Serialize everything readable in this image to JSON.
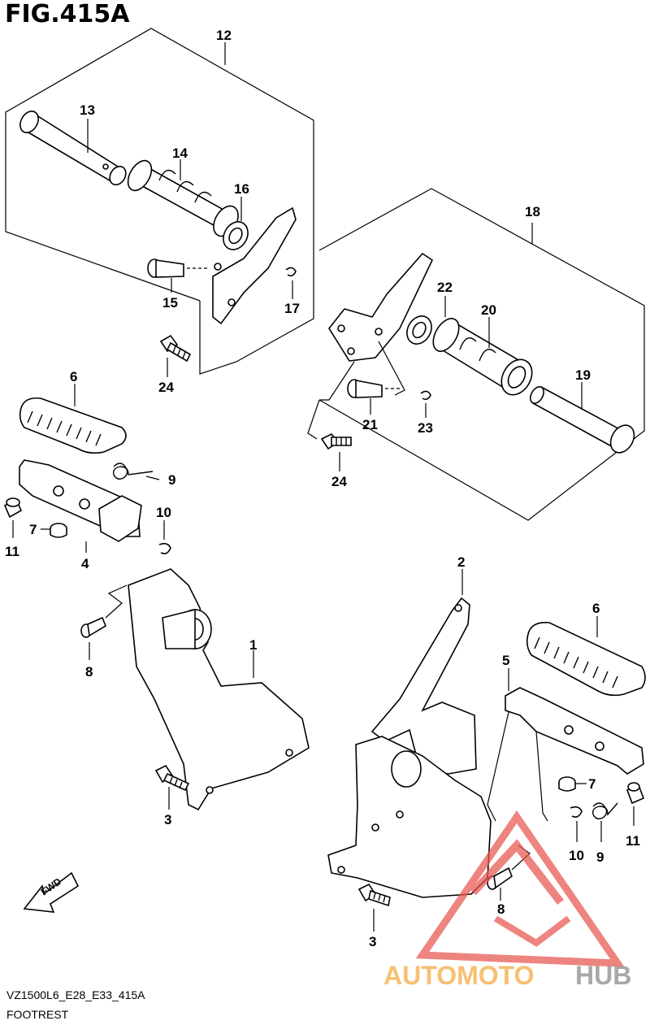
{
  "figure": {
    "title": "FIG.415A",
    "model_code": "VZ1500L6_E28_E33_415A",
    "caption": "FOOTREST"
  },
  "direction_marker": {
    "label": "FWD"
  },
  "watermark": {
    "text_auto": "AUTOMOTO",
    "text_hub": "HUB",
    "color_auto": "#f6b55a",
    "color_hub": "#9a9a9a",
    "logo_color": "#e8564f"
  },
  "callouts": [
    {
      "id": "c12",
      "label": "12"
    },
    {
      "id": "c13",
      "label": "13"
    },
    {
      "id": "c14",
      "label": "14"
    },
    {
      "id": "c16",
      "label": "16"
    },
    {
      "id": "c15",
      "label": "15"
    },
    {
      "id": "c17",
      "label": "17"
    },
    {
      "id": "c24a",
      "label": "24"
    },
    {
      "id": "c18",
      "label": "18"
    },
    {
      "id": "c22",
      "label": "22"
    },
    {
      "id": "c20",
      "label": "20"
    },
    {
      "id": "c19",
      "label": "19"
    },
    {
      "id": "c21",
      "label": "21"
    },
    {
      "id": "c23",
      "label": "23"
    },
    {
      "id": "c24b",
      "label": "24"
    },
    {
      "id": "c6a",
      "label": "6"
    },
    {
      "id": "c9a",
      "label": "9"
    },
    {
      "id": "c10a",
      "label": "10"
    },
    {
      "id": "c7a",
      "label": "7"
    },
    {
      "id": "c11a",
      "label": "11"
    },
    {
      "id": "c4",
      "label": "4"
    },
    {
      "id": "c8a",
      "label": "8"
    },
    {
      "id": "c1",
      "label": "1"
    },
    {
      "id": "c3a",
      "label": "3"
    },
    {
      "id": "c2",
      "label": "2"
    },
    {
      "id": "c6b",
      "label": "6"
    },
    {
      "id": "c5",
      "label": "5"
    },
    {
      "id": "c7b",
      "label": "7"
    },
    {
      "id": "c11b",
      "label": "11"
    },
    {
      "id": "c10b",
      "label": "10"
    },
    {
      "id": "c9b",
      "label": "9"
    },
    {
      "id": "c8b",
      "label": "8"
    },
    {
      "id": "c3b",
      "label": "3"
    }
  ]
}
